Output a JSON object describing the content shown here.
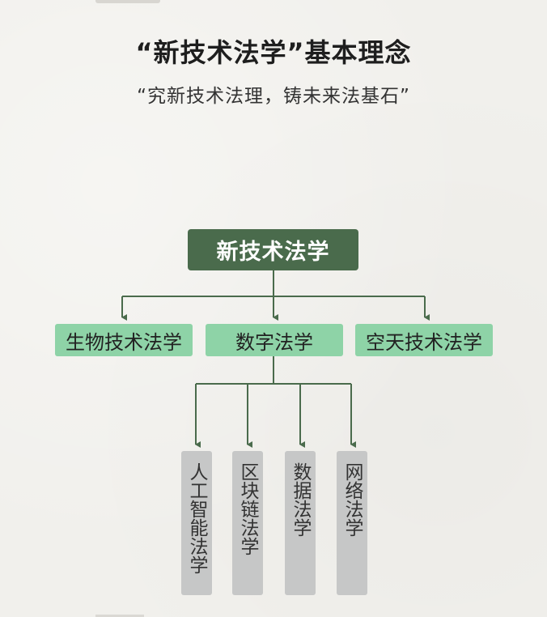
{
  "header": {
    "title": "“新技术法学”基本理念",
    "subtitle": "“究新技术法理，铸未来法基石”"
  },
  "diagram": {
    "root": "新技术法学",
    "level1": [
      "生物技术法学",
      "数字法学",
      "空天技术法学"
    ],
    "level2": [
      "人工智能法学",
      "区块链法学",
      "数据法学",
      "网络法学"
    ]
  },
  "colors": {
    "background": "#f1f0ec",
    "root_fill": "#4a6b4c",
    "level1_fill": "#8ed3a7",
    "level2_fill": "#c6c7c7",
    "connector": "#4a6b4c"
  }
}
